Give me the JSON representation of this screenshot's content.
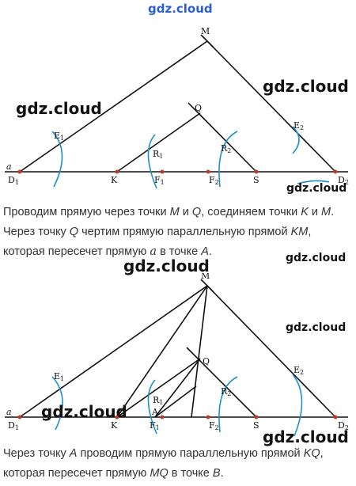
{
  "watermarks": {
    "top": "gdz.cloud",
    "w1": "gdz.cloud",
    "w2": "gdz.cloud",
    "w3": "gdz.cloud",
    "w4": "gdz.cloud",
    "w5": "gdz.cloud",
    "w6": "gdz.cloud",
    "w7": "gdz.cloud",
    "w8": "gdz.cloud"
  },
  "paragraph1": {
    "t1": "Проводим прямую через точки ",
    "M": "M",
    "t2": " и ",
    "Q": "Q",
    "t3": ", соединяем точки ",
    "K": "K",
    "t4": " и ",
    "M2": "M",
    "t5": ". Через точку ",
    "Q2": "Q",
    "t6": " чертим прямую параллельную прямой ",
    "KM": "KM",
    "t7": ", которая пересечет прямую ",
    "a": "a",
    "t8": " в точке ",
    "A": "A",
    "t9": "."
  },
  "paragraph2": {
    "t1": "Через точку ",
    "A": "A",
    "t2": " проводим прямую параллельную прямой ",
    "KQ": "KQ",
    "t3": ", которая пересечет прямую ",
    "MQ": "MQ",
    "t4": " в точке ",
    "B": "B",
    "t5": "."
  },
  "figure1_labels": {
    "M": "M",
    "Q": "Q",
    "E1": "E",
    "E1sub": "1",
    "E2": "E",
    "E2sub": "2",
    "R1": "R",
    "R1sub": "1",
    "R2": "R",
    "R2sub": "2",
    "a": "a",
    "D1": "D",
    "D1sub": "1",
    "K": "K",
    "F1": "F",
    "F1sub": "1",
    "F2": "F",
    "F2sub": "2",
    "S": "S",
    "D2": "D",
    "D2sub": "2"
  },
  "figure2_labels": {
    "M": "M",
    "Q": "Q",
    "E1": "E",
    "E1sub": "1",
    "E2": "E",
    "E2sub": "2",
    "R1": "R",
    "R1sub": "1",
    "R2": "R",
    "R2sub": "2",
    "A": "A",
    "a": "a",
    "D1": "D",
    "D1sub": "1",
    "K": "K",
    "F1": "F",
    "F1sub": "1",
    "F2": "F",
    "F2sub": "2",
    "S": "S",
    "D2": "D",
    "D2sub": "2"
  },
  "colors": {
    "arc": "#1e8fc9",
    "line": "#111111",
    "point": "#c0392b",
    "watermark_top": "#2c5fd0"
  }
}
